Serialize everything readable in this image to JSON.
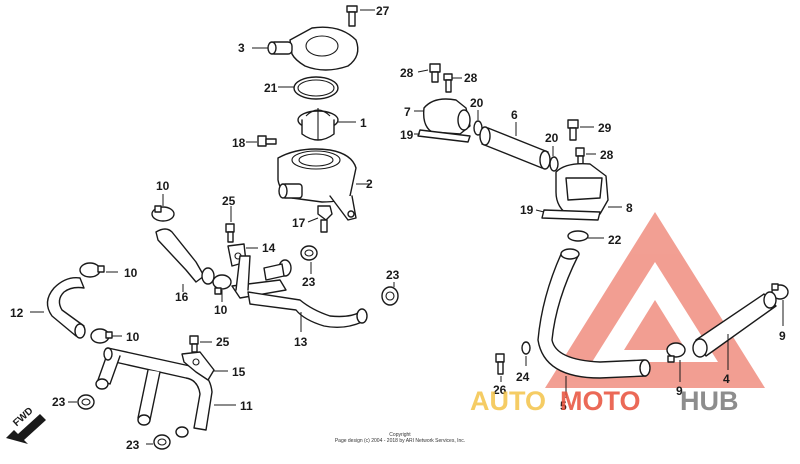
{
  "callouts": {
    "n1": "1",
    "n2": "2",
    "n3": "3",
    "n4": "4",
    "n5": "5",
    "n6": "6",
    "n7": "7",
    "n8": "8",
    "n9a": "9",
    "n9b": "9",
    "n10a": "10",
    "n10b": "10",
    "n10c": "10",
    "n10d": "10",
    "n11": "11",
    "n12": "12",
    "n13": "13",
    "n14": "14",
    "n15": "15",
    "n16": "16",
    "n17": "17",
    "n18": "18",
    "n19a": "19",
    "n19b": "19",
    "n20a": "20",
    "n20b": "20",
    "n21": "21",
    "n22": "22",
    "n23a": "23",
    "n23b": "23",
    "n23c": "23",
    "n23d": "23",
    "n24": "24",
    "n25a": "25",
    "n25b": "25",
    "n26": "26",
    "n27": "27",
    "n28a": "28",
    "n28b": "28",
    "n28c": "28",
    "n29": "29"
  },
  "fwd_label": "FWD",
  "copyright": {
    "line1": "Copyright",
    "line2": "Page design (c) 2004 - 2018 by ARI Network Services, Inc."
  },
  "watermark": {
    "part1": "AUTO",
    "part2": "MOTO",
    "part3": "HUB",
    "color_part1": "#f4c44a",
    "color_part2": "#e8503a",
    "color_part3": "#7a7a7a",
    "logo_color": "#e8503a"
  }
}
